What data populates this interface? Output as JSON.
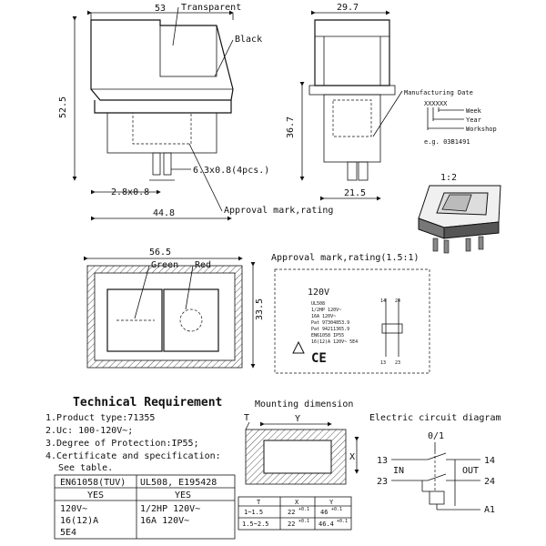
{
  "front_view": {
    "callouts": {
      "transparent": "Transparent",
      "black": "Black",
      "terminal_size": "6.3x0.8(4pcs.)",
      "approval_mark": "Approval mark,rating"
    },
    "dims": {
      "width_top": "53",
      "height": "52.5",
      "terminal_offset": "2.8x0.8",
      "width_bottom": "44.8"
    }
  },
  "side_view": {
    "dims": {
      "width_top": "29.7",
      "height": "36.7",
      "width_bottom": "21.5"
    },
    "manufacturing_date": {
      "title": "Manufacturing Date",
      "code": "XXXXXX",
      "week": "Week",
      "year": "Year",
      "workshop": "Workshop",
      "example": "e.g. 03B1491"
    }
  },
  "perspective": {
    "scale": "1:2"
  },
  "top_view": {
    "dims": {
      "width": "56.5",
      "height": "33.5"
    },
    "labels": {
      "green": "Green",
      "red": "Red"
    }
  },
  "approval_label": {
    "title": "Approval mark,rating(1.5:1)",
    "voltage": "120V",
    "lines": [
      "UL508",
      "1/2HP 120V~",
      "16A 120V~",
      "Pat 97304853.9",
      "Pat 94211365.9",
      "EN61058  IP55",
      "16(12)A 120V~ 5E4"
    ],
    "ce_mark": "CE",
    "pins": [
      "14",
      "24",
      "13",
      "23"
    ]
  },
  "technical": {
    "title": "Technical Requirement",
    "items": [
      "1.Product type:71355",
      "2.Uc: 100-120V~;",
      "3.Degree of Protection:IP55;",
      "4.Certificate and specification:"
    ],
    "see_table": "See table.",
    "table": {
      "headers": [
        "EN61058(TUV)",
        "UL508, E195428"
      ],
      "yes": [
        "YES",
        "YES"
      ],
      "col1": [
        "120V~",
        "16(12)A",
        "5E4"
      ],
      "col2": [
        "1/2HP  120V~",
        "16A  120V~"
      ]
    }
  },
  "mounting": {
    "title": "Mounting dimension",
    "labels": {
      "t": "T",
      "y": "Y",
      "x": "X"
    },
    "table": {
      "headers": [
        "T",
        "X",
        "Y"
      ],
      "rows": [
        [
          "1~1.5",
          "22",
          "46"
        ],
        [
          "1.5~2.5",
          "22",
          "46.4"
        ]
      ],
      "tol_x": "+0.1",
      "tol_y": "+0.1"
    }
  },
  "circuit": {
    "title": "Electric circuit diagram",
    "labels": {
      "zero_one": "0/1",
      "in": "IN",
      "out": "OUT",
      "a1": "A1"
    },
    "pins": {
      "p13": "13",
      "p14": "14",
      "p23": "23",
      "p24": "24"
    }
  }
}
